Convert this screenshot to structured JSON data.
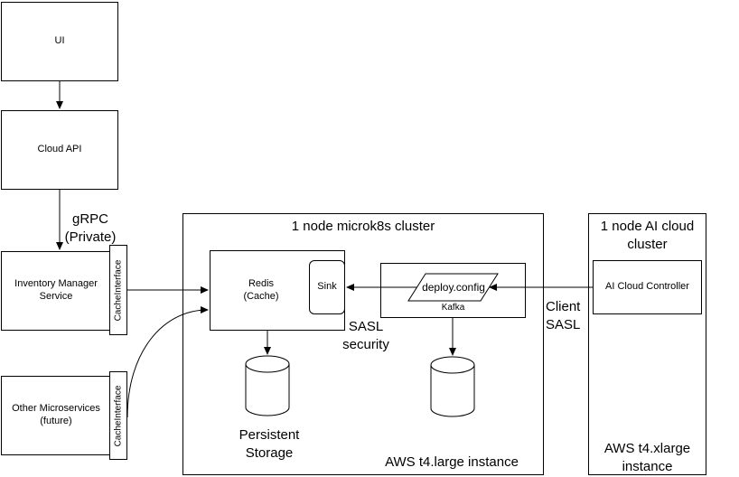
{
  "nodes": {
    "ui": "UI",
    "cloud_api": "Cloud API",
    "inventory_manager": "Inventory Manager\nService",
    "other_microservices": "Other Microservices\n(future)",
    "cache_interface_1": "CacheInterface",
    "cache_interface_2": "CacheInterface",
    "redis": "Redis\n(Cache)",
    "sink": "Sink",
    "deploy_config": "deploy.config",
    "kafka": "Kafka",
    "ai_cloud_controller": "AI Cloud Controller"
  },
  "labels": {
    "grpc": "gRPC\n(Private)",
    "microk8s_cluster": "1 node microk8s cluster",
    "ai_cluster": "1 node AI cloud\ncluster",
    "sasl_security": "SASL\nsecurity",
    "client_sasl": "Client\nSASL",
    "persistent_storage": "Persistent\nStorage",
    "aws_large": "AWS t4.large instance",
    "aws_xlarge": "AWS t4.xlarge\ninstance"
  }
}
